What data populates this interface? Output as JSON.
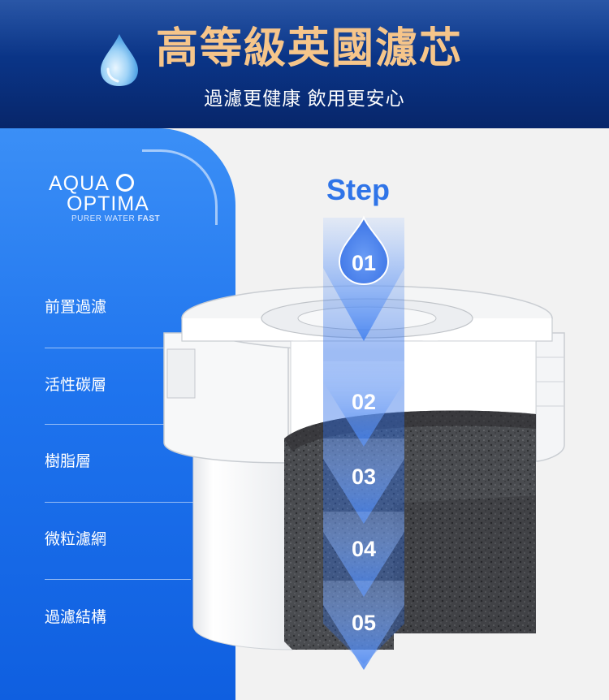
{
  "header": {
    "title": "高等級英國濾芯",
    "subtitle": "過濾更健康 飲用更安心",
    "icon": "water-drop-icon"
  },
  "brand": {
    "name_line1": "AQUA",
    "name_line2": "OPTIMA",
    "tagline_light": "PURER WATER ",
    "tagline_bold": "FAST"
  },
  "layers": [
    {
      "label": "前置過濾"
    },
    {
      "label": "活性碳層"
    },
    {
      "label": "樹脂層"
    },
    {
      "label": "微粒濾網"
    },
    {
      "label": "過濾結構"
    }
  ],
  "steps": {
    "title": "Step",
    "numbers": [
      "01",
      "02",
      "03",
      "04",
      "05"
    ]
  },
  "colors": {
    "header_blue": "#0a3282",
    "title_gold": "#f6c58a",
    "panel_blue": "#1f74ee",
    "step_blue": "#2f74e8"
  }
}
